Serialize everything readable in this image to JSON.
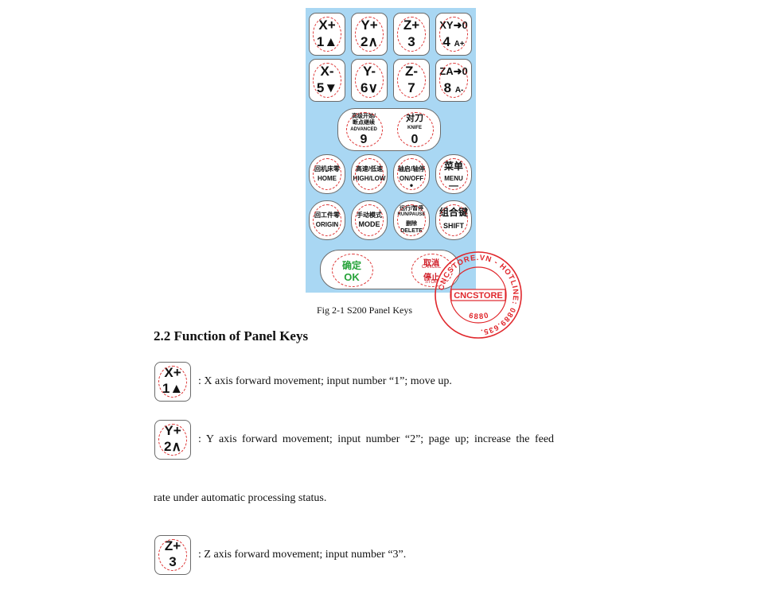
{
  "figure": {
    "caption": "Fig 2-1 S200 Panel Keys",
    "keys_row1": [
      {
        "top": "X+",
        "bottom": "1▲"
      },
      {
        "top": "Y+",
        "bottom": "2∧"
      },
      {
        "top": "Z+",
        "bottom": "3"
      },
      {
        "top": "XY➜0",
        "bottom_main": "4",
        "bottom_small": "A+"
      }
    ],
    "keys_row2": [
      {
        "top": "X-",
        "bottom": "5▼"
      },
      {
        "top": "Y-",
        "bottom": "6∨"
      },
      {
        "top": "Z-",
        "bottom": "7"
      },
      {
        "top": "ZA➜0",
        "bottom_main": "8",
        "bottom_small": "A-"
      }
    ],
    "wide_key": {
      "left_zh1": "高级开始/",
      "left_zh2": "断点继续",
      "left_en": "ADVANCED",
      "left_num": "9",
      "right_zh": "对刀",
      "right_en": "KNIFE",
      "right_num": "0"
    },
    "keys_row4": [
      {
        "zh": "回机床零",
        "en": "HOME"
      },
      {
        "zh": "高速/低速",
        "en": "HIGH/LOW"
      },
      {
        "zh": "轴启/轴停",
        "en": "ON/OFF",
        "sym": "•"
      },
      {
        "zh": "菜单",
        "en": "MENU",
        "sym": "—"
      }
    ],
    "keys_row5": [
      {
        "zh": "回工件零",
        "en": "ORIGIN"
      },
      {
        "zh": "手动模式",
        "en": "MODE"
      },
      {
        "zh": "运行/暂停",
        "en": "RUN/PAUSE",
        "zh2": "删除",
        "en2": "DELETE"
      },
      {
        "zh": "组合键",
        "en": "SHIFT"
      }
    ],
    "bottom_key": {
      "ok_zh": "确定",
      "ok_en": "OK",
      "cancel_zh": "取消",
      "cancel_en": "CANCEL",
      "stop_zh": "停止",
      "stop_en": "STOP"
    },
    "colors": {
      "panel_bg": "#a9d7f3",
      "ok_green": "#27a33a",
      "cancel_red": "#d0202a",
      "stamp_red": "#e0262b"
    }
  },
  "watermark": {
    "ring_text": "CNCSTORE.VN - HOTLINE: 0889.635.",
    "ring_text_bottom": "6880",
    "brand": "CNCSTORE"
  },
  "section": {
    "heading": "2.2 Function of Panel Keys",
    "items": [
      {
        "key_top": "X+",
        "key_bottom": "1▲",
        "text": ": X axis forward movement; input number “1”; move up."
      },
      {
        "key_top": "Y+",
        "key_bottom": "2∧",
        "text": ": Y axis forward movement; input number “2”; page up; increase the feed",
        "continued": "rate under automatic processing status."
      },
      {
        "key_top": "Z+",
        "key_bottom": "3",
        "text": ": Z axis forward movement; input number “3”."
      }
    ]
  }
}
